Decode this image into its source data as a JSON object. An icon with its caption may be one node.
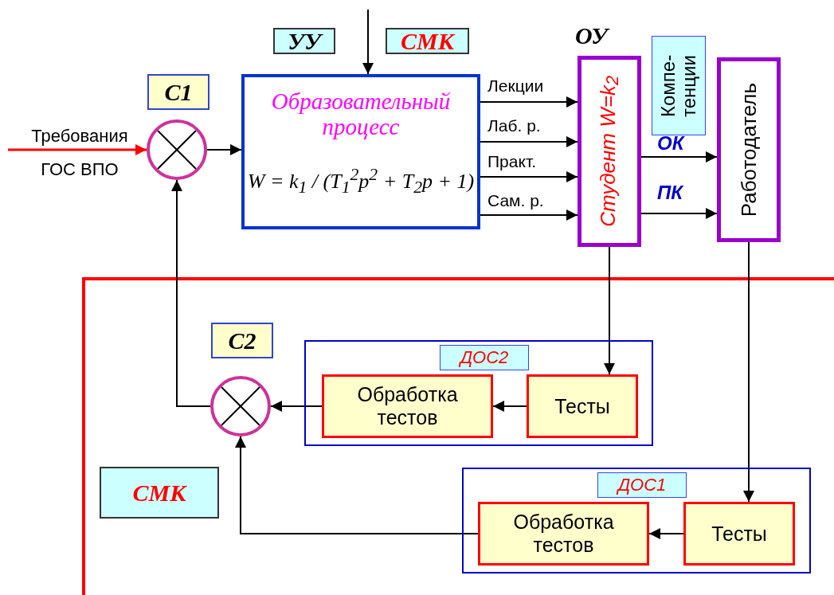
{
  "diagram": {
    "nodes": [
      {
        "text": [
          "УУ"
        ]
      },
      {
        "text": [
          "СМК"
        ]
      },
      {
        "text": [
          "Компе-тенции"
        ]
      },
      {
        "text": [
          "С1"
        ]
      },
      {
        "text": [],
        "shape": "circle"
      },
      {
        "text": [
          "Образовательный процесс",
          "W = k$_{1}$ / (T$_{1}$$^{2}$p$^{2}$ + T$_{2}$p + 1)"
        ]
      },
      {
        "text": [
          "ОУ",
          "Студент W=k$_{2}$"
        ]
      },
      {
        "text": [
          "Работодатель"
        ]
      },
      {
        "text": [
          "С2"
        ]
      },
      {
        "text": [
          "ДОС2"
        ]
      },
      {
        "text": [
          "Обработка тестов"
        ],
        "in": 9
      },
      {
        "text": [
          "Тесты"
        ],
        "in": 9
      },
      {
        "text": [],
        "shape": "circle"
      },
      {
        "text": [
          "СМК"
        ]
      },
      {
        "text": [
          "ДОС1"
        ]
      },
      {
        "text": [
          "Обработка тестов"
        ],
        "in": 14
      },
      {
        "text": [
          "Тесты"
        ],
        "in": 14
      }
    ],
    "edges": [
      {
        "from": null,
        "to": 5,
        "arrow": "to"
      },
      {
        "from": null,
        "to": 4,
        "arrow": "to",
        "label": "Требования ГОС ВПО",
        "color": "#ff0000"
      },
      {
        "from": 4,
        "to": 5,
        "arrow": "to"
      },
      {
        "from": 5,
        "to": 6,
        "arrow": "to",
        "label": "Лекции"
      },
      {
        "from": 5,
        "to": 6,
        "arrow": "to",
        "label": "Лаб. р."
      },
      {
        "from": 5,
        "to": 6,
        "arrow": "to",
        "label": "Практ."
      },
      {
        "from": 5,
        "to": 6,
        "arrow": "to",
        "label": "Сам. р."
      },
      {
        "from": 6,
        "to": 7,
        "arrow": "to",
        "label": "ОК"
      },
      {
        "from": 6,
        "to": 7,
        "arrow": "to",
        "label": "ПК"
      },
      {
        "from": 6,
        "to": 11,
        "arrow": "to"
      },
      {
        "from": 11,
        "to": 10,
        "arrow": "to"
      },
      {
        "from": 10,
        "to": 12,
        "arrow": "to"
      },
      {
        "from": 12,
        "to": 4,
        "arrow": "to"
      },
      {
        "from": 7,
        "to": 16,
        "arrow": "to"
      },
      {
        "from": 16,
        "to": 15,
        "arrow": "to"
      },
      {
        "from": 15,
        "to": 12,
        "arrow": "to"
      }
    ]
  }
}
